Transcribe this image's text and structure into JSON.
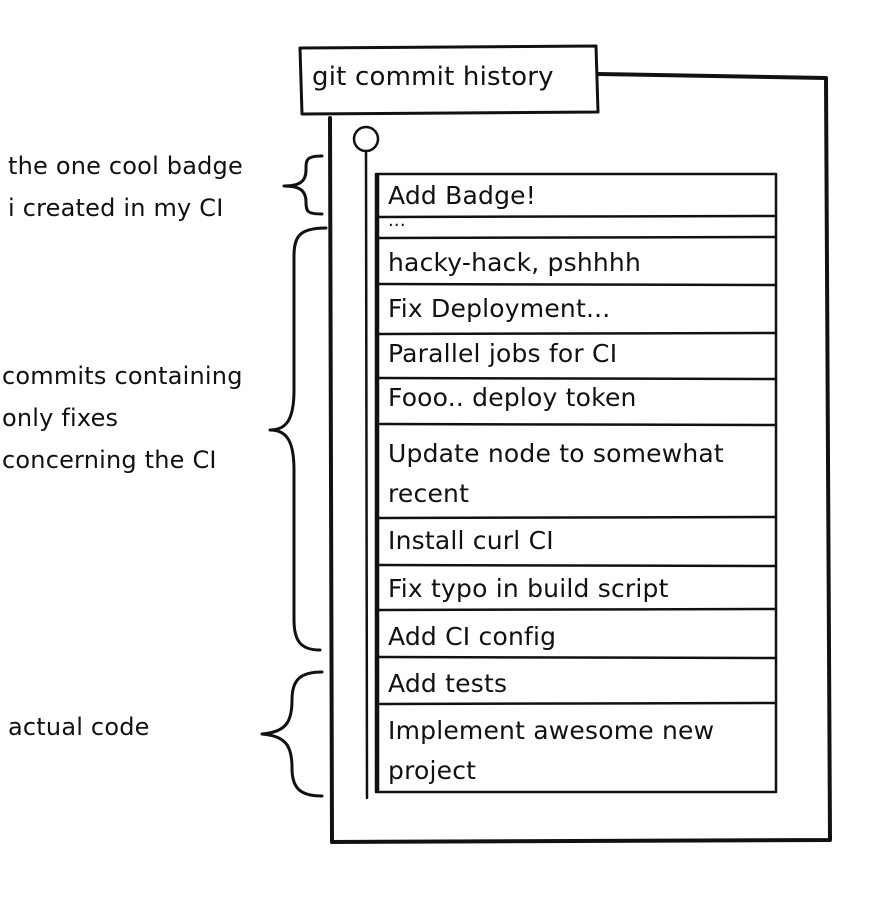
{
  "diagram": {
    "title": "git commit history",
    "commits": [
      "Add Badge!",
      "...",
      "hacky-hack, pshhhh",
      "Fix Deployment...",
      "Parallel jobs for CI",
      "Fooo.. deploy token",
      "Update node to somewhat recent",
      "Install curl CI",
      "Fix typo in build script",
      "Add CI config",
      "Add tests",
      "Implement awesome new project"
    ],
    "annotations": {
      "badge": "the one cool badge\ni created in my CI",
      "ci_fixes": "commits containing\nonly fixes\nconcerning the CI",
      "actual_code": "actual code"
    }
  }
}
